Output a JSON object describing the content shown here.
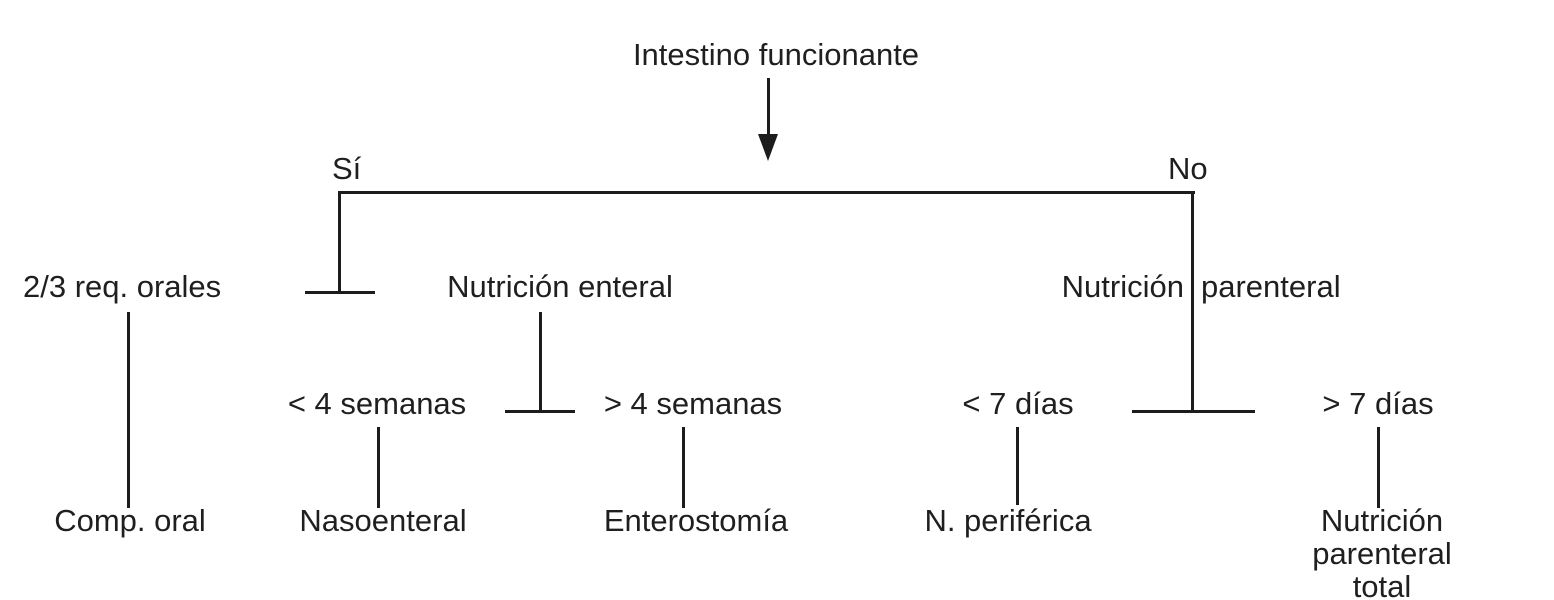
{
  "figure": {
    "type": "decision-tree",
    "root": {
      "label": "Intestino funcionante"
    },
    "branches": {
      "yes": {
        "label": "Sí"
      },
      "no": {
        "label": "No"
      }
    },
    "yes_side": {
      "oral": {
        "label": "2/3 req. orales",
        "outcome": "Comp. oral"
      },
      "enteral": {
        "label": "Nutrición enteral",
        "lt4": {
          "label": "< 4 semanas",
          "outcome": "Nasoenteral"
        },
        "gt4": {
          "label": "> 4 semanas",
          "outcome": "Enterostomía"
        }
      }
    },
    "no_side": {
      "parenteral": {
        "label_words": [
          "Nutrición",
          "parenteral"
        ],
        "lt7": {
          "label": "< 7 días",
          "outcome": "N. periférica"
        },
        "gt7": {
          "label": "> 7 días",
          "outcome": "Nutrición parenteral\ntotal"
        }
      }
    }
  },
  "colors": {
    "background": "#ffffff",
    "line": "#1c1c1c",
    "text": "#1f1f1f"
  }
}
